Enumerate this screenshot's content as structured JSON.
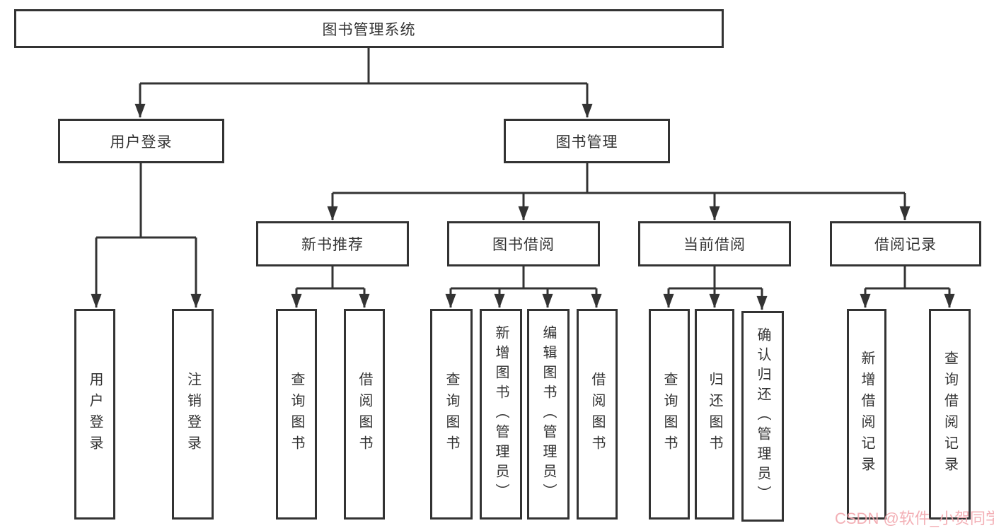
{
  "diagram": {
    "root": "图书管理系统",
    "level2": [
      "用户登录",
      "图书管理"
    ],
    "level3": [
      "新书推荐",
      "图书借阅",
      "当前借阅",
      "借阅记录"
    ],
    "leaves": {
      "user_login": [
        "用户登录",
        "注销登录"
      ],
      "new_book_recommend": [
        "查询图书",
        "借阅图书"
      ],
      "book_borrow": [
        "查询图书",
        "新增图书（管理员）",
        "编辑图书（管理员）",
        "借阅图书"
      ],
      "current_borrow": [
        "查询图书",
        "归还图书",
        "确认归还（管理员）"
      ],
      "borrow_record": [
        "新增借阅记录",
        "查询借阅记录"
      ]
    },
    "watermark": "CSDN @软件_小贺同学",
    "colors": {
      "line": "#333333",
      "text": "#333333",
      "watermark": "#f2a7ae",
      "background": "#ffffff"
    }
  }
}
